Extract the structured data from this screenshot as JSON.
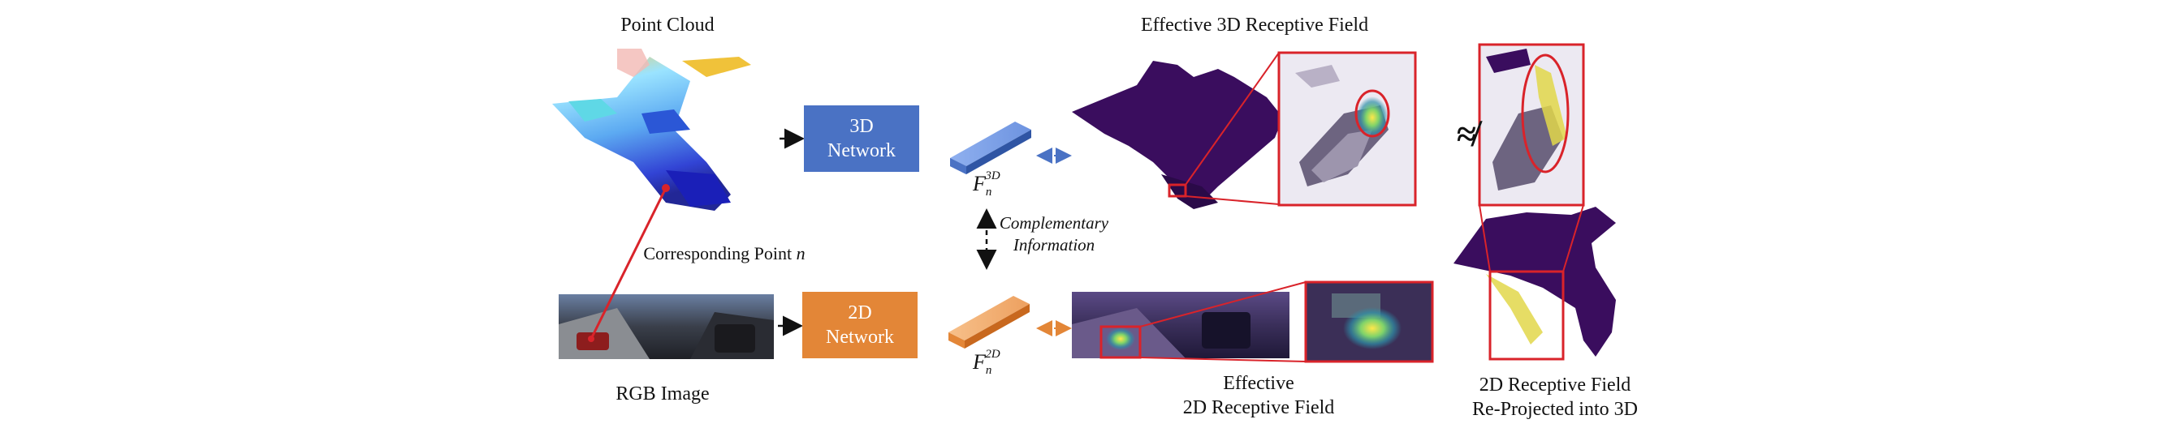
{
  "labels": {
    "point_cloud": "Point Cloud",
    "rgb_image": "RGB Image",
    "corresponding_point": "Corresponding Point",
    "corresponding_point_var": "n",
    "effective_3d_rf": "Effective 3D Receptive Field",
    "effective_2d_rf_line1": "Effective",
    "effective_2d_rf_line2": "2D Receptive Field",
    "reprojected_line1": "2D Receptive Field",
    "reprojected_line2": "Re-Projected into 3D",
    "complementary_line1": "Complementary",
    "complementary_line2": "Information",
    "not_equal": "≉"
  },
  "networks": {
    "net3d_line1": "3D",
    "net3d_line2": "Network",
    "net2d_line1": "2D",
    "net2d_line2": "Network"
  },
  "features": {
    "f3d_base": "F",
    "f3d_sub": "n",
    "f3d_sup": "3D",
    "f2d_base": "F",
    "f2d_sub": "n",
    "f2d_sup": "2D"
  },
  "colors": {
    "network_3d": "#4a72c4",
    "network_2d": "#e38637",
    "highlight": "#d9232a",
    "point_cloud_dark": "#3a0d5e"
  }
}
